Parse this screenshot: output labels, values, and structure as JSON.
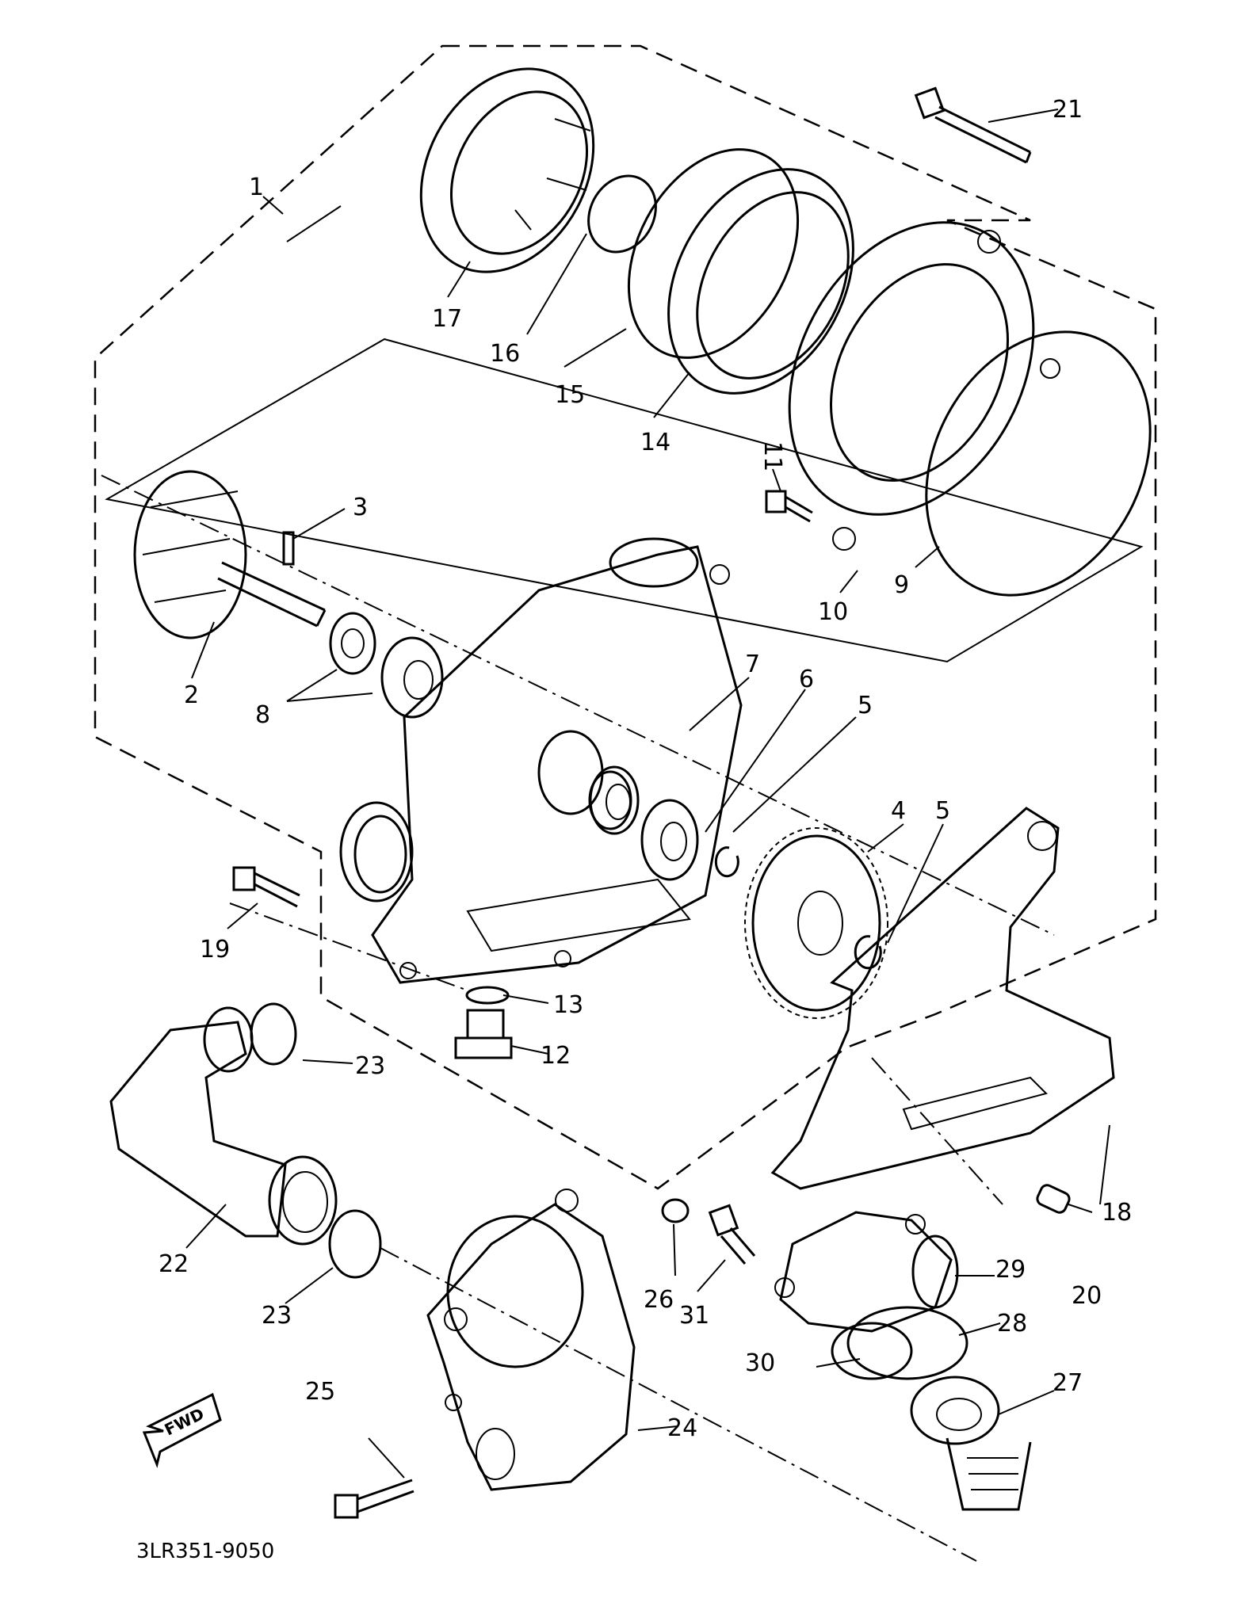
{
  "diagram": {
    "code": "3LR351-9050",
    "fwd_label": "FWD",
    "callouts": [
      {
        "id": "1",
        "label": "1"
      },
      {
        "id": "2",
        "label": "2"
      },
      {
        "id": "3",
        "label": "3"
      },
      {
        "id": "4",
        "label": "4"
      },
      {
        "id": "5a",
        "label": "5"
      },
      {
        "id": "5b",
        "label": "5"
      },
      {
        "id": "6",
        "label": "6"
      },
      {
        "id": "7",
        "label": "7"
      },
      {
        "id": "8",
        "label": "8"
      },
      {
        "id": "9",
        "label": "9"
      },
      {
        "id": "10",
        "label": "10"
      },
      {
        "id": "11",
        "label": "11"
      },
      {
        "id": "12",
        "label": "12"
      },
      {
        "id": "13",
        "label": "13"
      },
      {
        "id": "14",
        "label": "14"
      },
      {
        "id": "15",
        "label": "15"
      },
      {
        "id": "16",
        "label": "16"
      },
      {
        "id": "17",
        "label": "17"
      },
      {
        "id": "18",
        "label": "18"
      },
      {
        "id": "19",
        "label": "19"
      },
      {
        "id": "20",
        "label": "20"
      },
      {
        "id": "21",
        "label": "21"
      },
      {
        "id": "22",
        "label": "22"
      },
      {
        "id": "23a",
        "label": "23"
      },
      {
        "id": "23b",
        "label": "23"
      },
      {
        "id": "24",
        "label": "24"
      },
      {
        "id": "25",
        "label": "25"
      },
      {
        "id": "26",
        "label": "26"
      },
      {
        "id": "27",
        "label": "27"
      },
      {
        "id": "28",
        "label": "28"
      },
      {
        "id": "29",
        "label": "29"
      },
      {
        "id": "30",
        "label": "30"
      },
      {
        "id": "31",
        "label": "31"
      }
    ]
  }
}
